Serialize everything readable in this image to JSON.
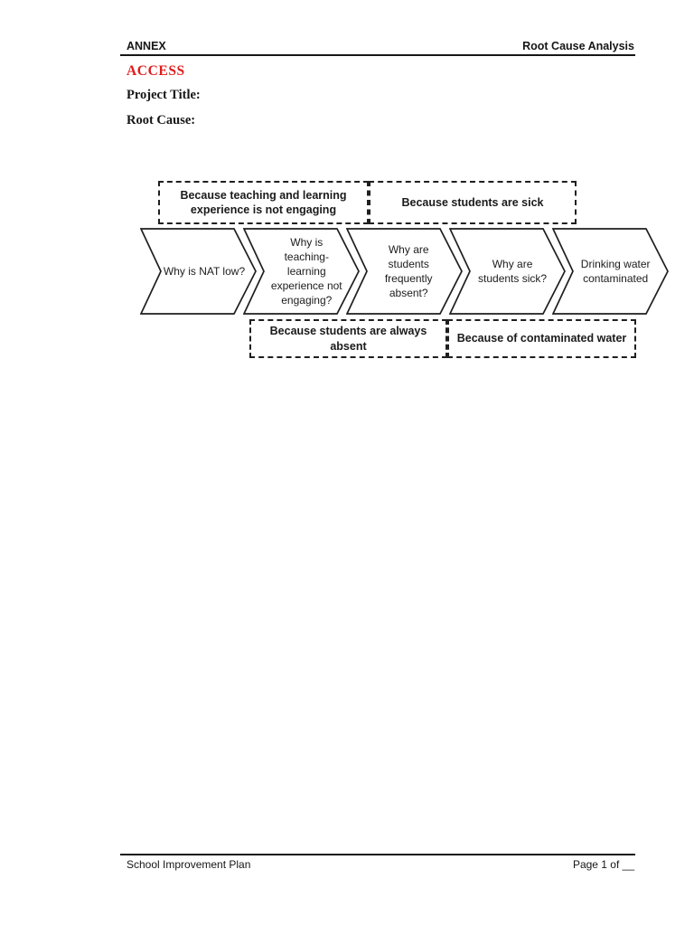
{
  "header": {
    "left": "ANNEX",
    "right": "Root Cause Analysis"
  },
  "body": {
    "section_title": "ACCESS",
    "project_title_label": "Project Title:",
    "root_cause_label": "Root Cause:"
  },
  "diagram": {
    "top_causes": [
      "Because teaching and learning experience is not engaging",
      "Because students are sick"
    ],
    "why_steps": [
      "Why is NAT low?",
      "Why is teaching-learning experience not engaging?",
      "Why are students frequently absent?",
      "Why are students sick?",
      "Drinking water contaminated"
    ],
    "bottom_causes": [
      "Because students are always absent",
      "Because of contaminated water"
    ]
  },
  "footer": {
    "left": "School Improvement Plan",
    "right": "Page 1 of __"
  },
  "colors": {
    "accent_red": "#e01b1b",
    "ink": "#161616"
  }
}
